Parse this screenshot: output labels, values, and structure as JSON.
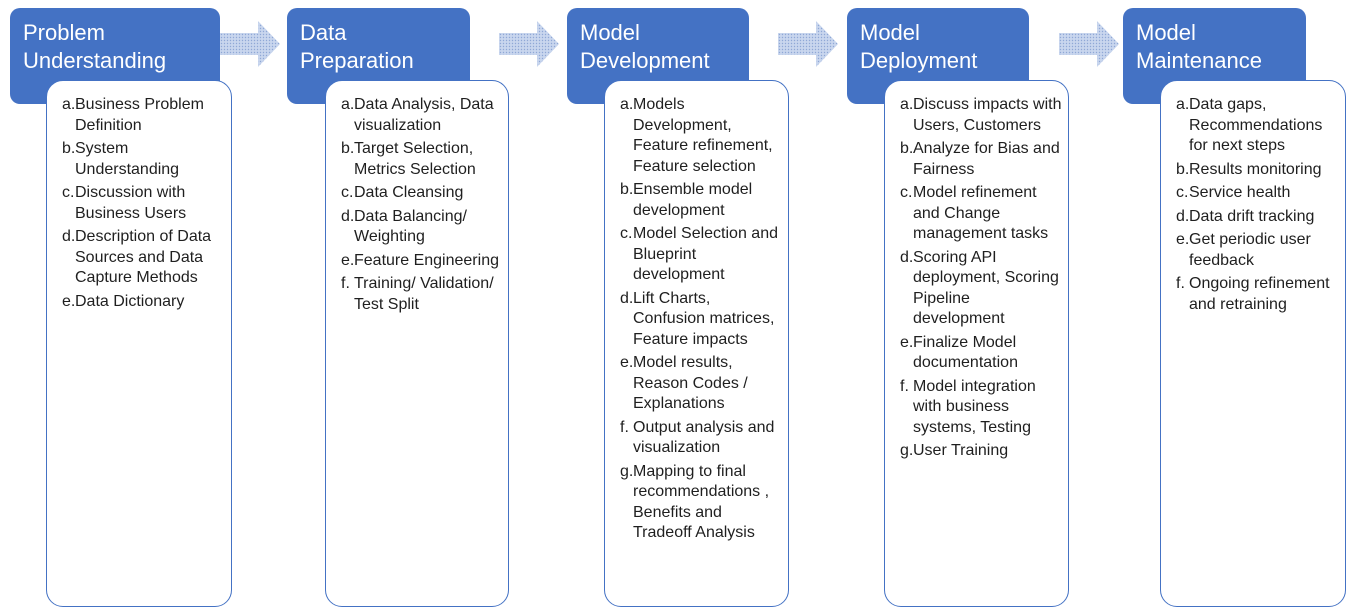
{
  "colors": {
    "stage_fill": "#4472C4",
    "panel_border": "#4472C4",
    "arrow_fill": "#B4C7E7"
  },
  "stages": [
    {
      "title": [
        "Problem",
        "Understanding"
      ],
      "items": [
        {
          "marker": "a.",
          "text": "Business Problem Definition"
        },
        {
          "marker": "b.",
          "text": "System Understanding"
        },
        {
          "marker": "c.",
          "text": "Discussion with Business Users"
        },
        {
          "marker": "d.",
          "text": "Description of Data Sources and Data Capture Methods"
        },
        {
          "marker": "e.",
          "text": "Data Dictionary"
        }
      ]
    },
    {
      "title": [
        "Data",
        "Preparation"
      ],
      "items": [
        {
          "marker": "a.",
          "text": "Data Analysis, Data visualization"
        },
        {
          "marker": "b.",
          "text": "Target Selection, Metrics Selection"
        },
        {
          "marker": "c.",
          "text": "Data Cleansing"
        },
        {
          "marker": "d.",
          "text": "Data Balancing/ Weighting"
        },
        {
          "marker": "e.",
          "text": "Feature Engineering"
        },
        {
          "marker": "f.",
          "text": "Training/ Validation/ Test Split"
        }
      ]
    },
    {
      "title": [
        "Model",
        "Development"
      ],
      "items": [
        {
          "marker": "a.",
          "text": "Models Development, Feature refinement, Feature selection"
        },
        {
          "marker": "b.",
          "text": "Ensemble model development"
        },
        {
          "marker": "c.",
          "text": "Model Selection and Blueprint development"
        },
        {
          "marker": "d.",
          "text": "Lift Charts, Confusion matrices, Feature impacts"
        },
        {
          "marker": "e.",
          "text": "Model results, Reason Codes / Explanations"
        },
        {
          "marker": "f.",
          "text": "Output analysis and visualization"
        },
        {
          "marker": "g.",
          "text": "Mapping to final recommendations , Benefits and Tradeoff Analysis"
        }
      ]
    },
    {
      "title": [
        "Model",
        "Deployment"
      ],
      "items": [
        {
          "marker": "a.",
          "text": "Discuss impacts with Users, Customers"
        },
        {
          "marker": "b.",
          "text": "Analyze for Bias and Fairness"
        },
        {
          "marker": "c.",
          "text": "Model refinement and Change management tasks"
        },
        {
          "marker": "d.",
          "text": "Scoring API deployment, Scoring Pipeline development"
        },
        {
          "marker": "e.",
          "text": "Finalize Model documentation"
        },
        {
          "marker": "f.",
          "text": "Model integration with business systems, Testing"
        },
        {
          "marker": "g.",
          "text": "User Training"
        }
      ]
    },
    {
      "title": [
        "Model",
        "Maintenance"
      ],
      "items": [
        {
          "marker": "a.",
          "text": "Data gaps, Recommendations for next steps"
        },
        {
          "marker": "b.",
          "text": "Results monitoring"
        },
        {
          "marker": "c.",
          "text": "Service health"
        },
        {
          "marker": "d.",
          "text": "Data drift tracking"
        },
        {
          "marker": "e.",
          "text": "Get periodic user feedback"
        },
        {
          "marker": "f.",
          "text": "Ongoing refinement and retraining"
        }
      ]
    }
  ]
}
